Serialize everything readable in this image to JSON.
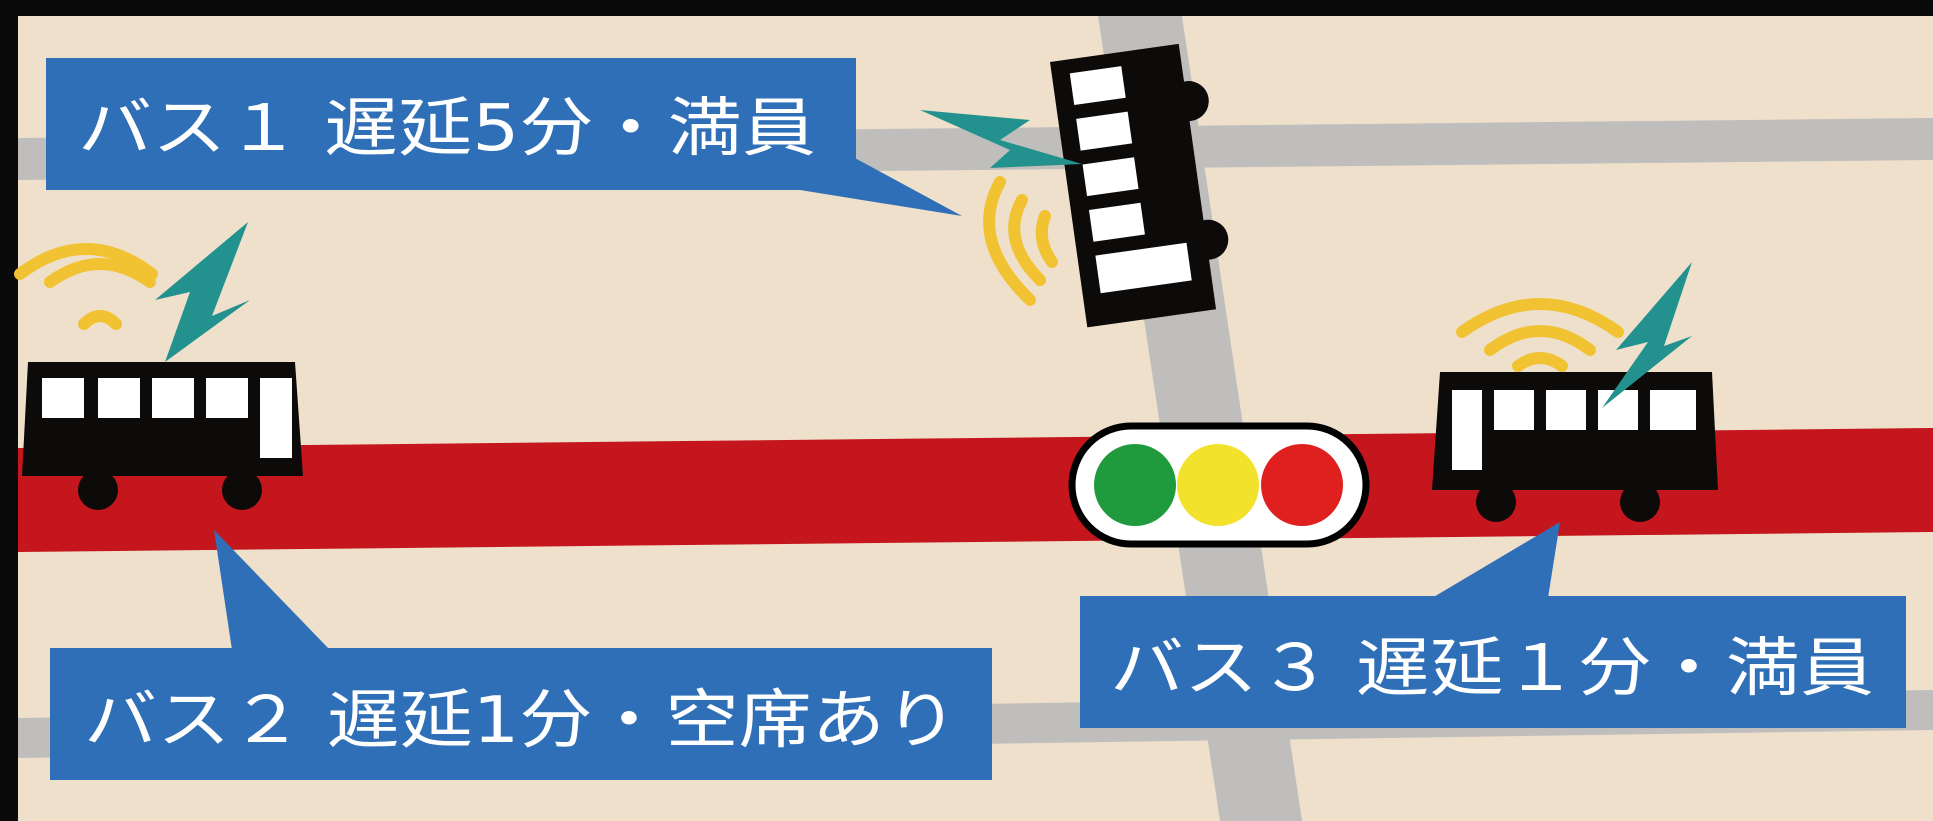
{
  "colors": {
    "frame": "#0a0a0a",
    "map_background": "#efe0cc",
    "minor_road": "#c0bebc",
    "bus_lane": "#c4161c",
    "bus_body": "#0d0a0a",
    "callout": "#2f6fb7",
    "signal_wave": "#f1c232",
    "lightning": "#23928e",
    "traffic_light": {
      "green": "#1f9a3c",
      "yellow": "#f2e22c",
      "red": "#e01f1f"
    }
  },
  "icons": {
    "bus": "bus-icon",
    "signal": "wireless-signal-icon",
    "lightning": "lightning-icon",
    "traffic_light": "traffic-light-icon"
  },
  "buses": [
    {
      "id": "bus1",
      "label": "バス１ 遅延5分・満員"
    },
    {
      "id": "bus2",
      "label": "バス２ 遅延1分・空席あり"
    },
    {
      "id": "bus3",
      "label": "バス３ 遅延１分・満員"
    }
  ]
}
